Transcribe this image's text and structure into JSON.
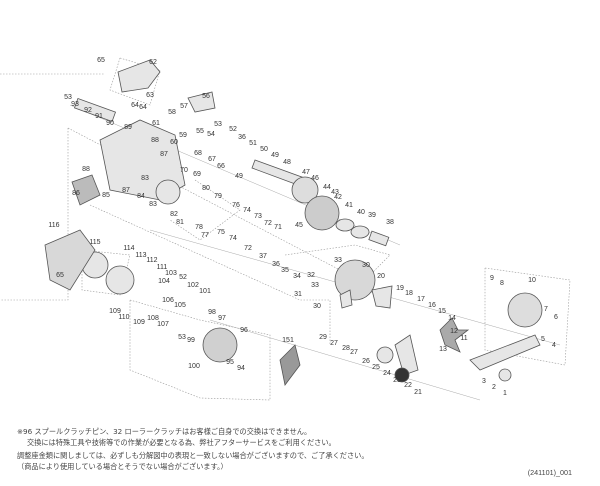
{
  "diagram": {
    "part_labels": [
      "65",
      "62",
      "63",
      "64",
      "64",
      "53",
      "93",
      "92",
      "91",
      "90",
      "89",
      "88",
      "87",
      "88",
      "87",
      "86",
      "85",
      "84",
      "83",
      "83",
      "82",
      "81",
      "80",
      "79",
      "56",
      "57",
      "58",
      "61",
      "60",
      "59",
      "55",
      "54",
      "53",
      "52",
      "36",
      "51",
      "50",
      "49",
      "48",
      "68",
      "67",
      "66",
      "70",
      "69",
      "49",
      "76",
      "78",
      "77",
      "75",
      "74",
      "74",
      "73",
      "72",
      "72",
      "71",
      "47",
      "46",
      "45",
      "44",
      "43",
      "42",
      "41",
      "40",
      "39",
      "38",
      "37",
      "36",
      "35",
      "34",
      "33",
      "32",
      "31",
      "30",
      "30",
      "33",
      "20",
      "19",
      "18",
      "17",
      "16",
      "15",
      "14",
      "13",
      "12",
      "11",
      "10",
      "9",
      "8",
      "7",
      "6",
      "5",
      "4",
      "3",
      "2",
      "1",
      "29",
      "27",
      "28",
      "27",
      "26",
      "25",
      "24",
      "23",
      "22",
      "21",
      "151",
      "116",
      "115",
      "65",
      "114",
      "113",
      "112",
      "111",
      "103",
      "104",
      "52",
      "102",
      "101",
      "106",
      "105",
      "108",
      "107",
      "109",
      "110",
      "109",
      "98",
      "97",
      "96",
      "53",
      "99",
      "95",
      "94",
      "100"
    ]
  },
  "notes": {
    "line1": "※96 スプールクラッチピン、32 ローラークラッチはお客様ご自身での交換はできません。",
    "line2": "交換には特殊工具や技術等での作業が必要となる為、弊社アフターサービスをご利用ください。",
    "line3": "調整座金類に関しましては、必ずしも分解図中の表現と一致しない場合がございますので、ご了承ください。",
    "line4": "（商品により使用している場合とそうでない場合がございます。）"
  },
  "doc_code": "(241101)_001"
}
